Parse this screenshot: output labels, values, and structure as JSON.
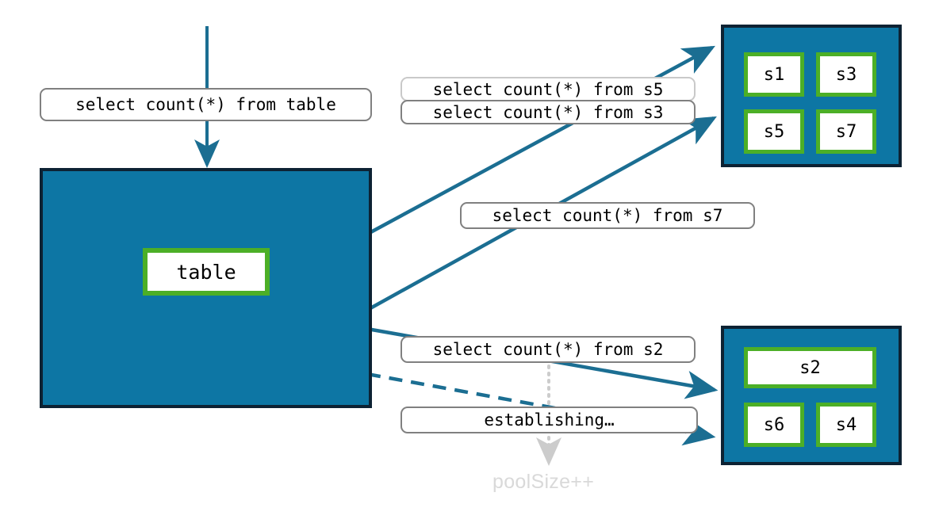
{
  "diagram": {
    "title": "connection-pool-query-routing",
    "colors": {
      "teal": "#0d76a4",
      "navy": "#0d2233",
      "green": "#4caf27",
      "label_border": "#808080",
      "label_border_light": "#c9c9c9",
      "arrow": "#1b6e92",
      "dotted_gray": "#cccccc",
      "annotation_text": "#d9d9d9",
      "spellcheck_red": "#ff2a2a"
    }
  },
  "source": {
    "query_label": "select count(*) from table",
    "container_name": "table-database-container",
    "node_label": "table"
  },
  "queries": [
    {
      "id": "s5",
      "label": "select count(*) from s5",
      "style": "light"
    },
    {
      "id": "s3",
      "label": "select count(*) from s3",
      "style": "normal"
    },
    {
      "id": "s7",
      "label": "select count(*) from s7",
      "style": "normal"
    },
    {
      "id": "s2",
      "label": "select count(*) from s2",
      "style": "normal"
    },
    {
      "id": "establishing",
      "label": "establishing…",
      "style": "normal"
    }
  ],
  "server_groups": [
    {
      "id": "top",
      "name": "server-group-top",
      "servers": [
        {
          "label": "s1"
        },
        {
          "label": "s3"
        },
        {
          "label": "s5"
        },
        {
          "label": "s7"
        }
      ]
    },
    {
      "id": "bottom",
      "name": "server-group-bottom",
      "servers": [
        {
          "label": "s2"
        },
        {
          "label": "s6"
        },
        {
          "label": "s4"
        }
      ]
    }
  ],
  "annotation": {
    "pool_size_text": "poolSize++"
  }
}
